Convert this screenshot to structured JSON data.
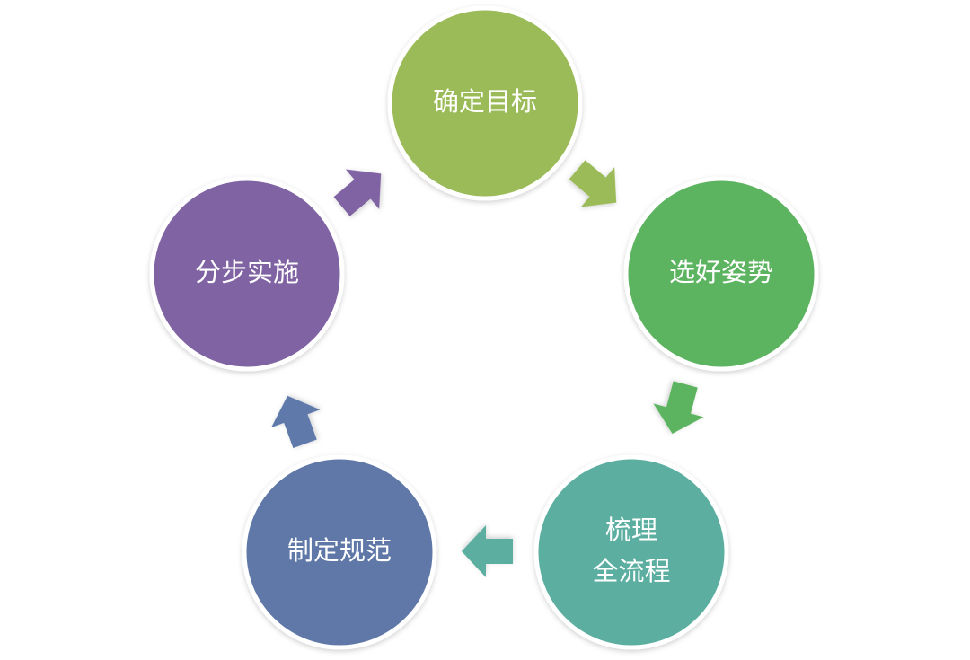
{
  "nodes": [
    {
      "id": "goal",
      "lines": [
        "确定目标"
      ],
      "color": "#9BBB59"
    },
    {
      "id": "posture",
      "lines": [
        "选好姿势"
      ],
      "color": "#5DB460"
    },
    {
      "id": "process",
      "lines": [
        "梳理",
        "全流程"
      ],
      "color": "#5BAFA0"
    },
    {
      "id": "standard",
      "lines": [
        "制定规范"
      ],
      "color": "#5E78A8"
    },
    {
      "id": "implement",
      "lines": [
        "分步实施"
      ],
      "color": "#8064A2"
    }
  ],
  "arrows": [
    {
      "from": "goal",
      "to": "posture",
      "color": "#9BBB59"
    },
    {
      "from": "posture",
      "to": "process",
      "color": "#5DB460"
    },
    {
      "from": "process",
      "to": "standard",
      "color": "#5BAFA0"
    },
    {
      "from": "standard",
      "to": "implement",
      "color": "#5E7AAA"
    },
    {
      "from": "implement",
      "to": "goal",
      "color": "#8064A2"
    }
  ]
}
